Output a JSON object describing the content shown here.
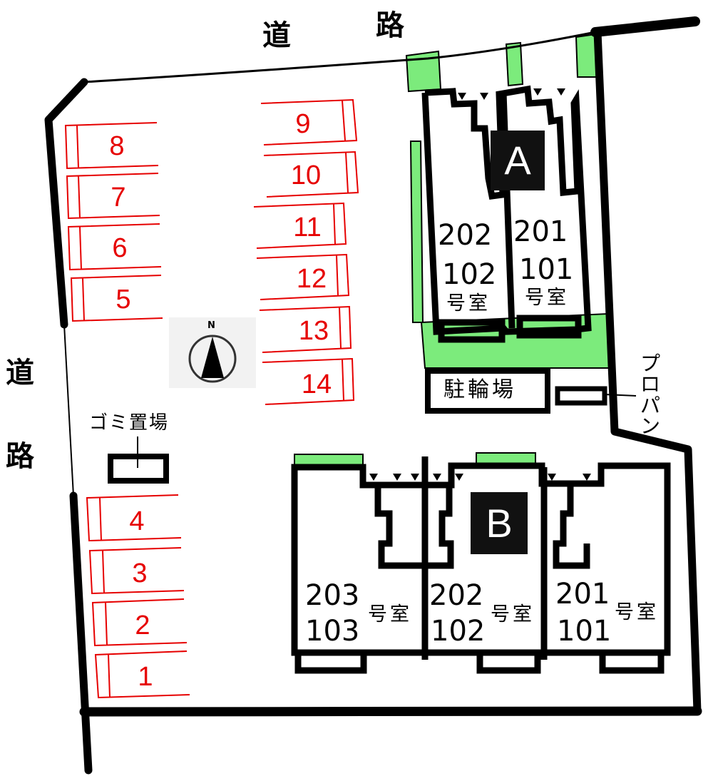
{
  "colors": {
    "wall": "#000000",
    "parking": "#e60000",
    "green": "#7ceb7c",
    "compass_bg": "#f2f2f2"
  },
  "roads": {
    "top": [
      "道",
      "路"
    ],
    "left": [
      "道",
      "路"
    ]
  },
  "parking": {
    "left_upper": [
      "8",
      "7",
      "6",
      "5"
    ],
    "right": [
      "9",
      "10",
      "11",
      "12",
      "13",
      "14"
    ],
    "left_lower": [
      "4",
      "3",
      "2",
      "1"
    ]
  },
  "compass": {
    "label": "N"
  },
  "building_a": {
    "label": "A",
    "units": [
      {
        "upper": "202",
        "lower": "102",
        "suffix": "号室"
      },
      {
        "upper": "201",
        "lower": "101",
        "suffix": "号室"
      }
    ]
  },
  "building_b": {
    "label": "B",
    "units": [
      {
        "upper": "203",
        "lower": "103",
        "suffix": "号室"
      },
      {
        "upper": "202",
        "lower": "102",
        "suffix": "号室"
      },
      {
        "upper": "201",
        "lower": "101",
        "suffix": "号室"
      }
    ]
  },
  "facilities": {
    "bicycle_parking": "駐輪場",
    "garbage": "ゴミ置場",
    "propane": "プロパン"
  }
}
